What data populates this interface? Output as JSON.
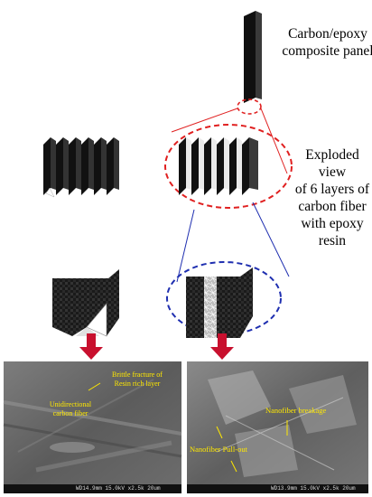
{
  "labels": {
    "panel_line1": "Carbon/epoxy",
    "panel_line2": "composite panel",
    "exploded_line1": "Exploded view",
    "exploded_line2": "of 6 layers of",
    "exploded_line3": "carbon fiber",
    "exploded_line4": "with epoxy",
    "exploded_line5": "resin"
  },
  "sem_left": {
    "annotation_brittle_1": "Brittle fracture of",
    "annotation_brittle_2": "Resin rich layer",
    "annotation_fiber_1": "Unidirectional",
    "annotation_fiber_2": "carbon fiber",
    "databar": "WD14.9mm 15.0kV x2.5k     20um"
  },
  "sem_right": {
    "annotation_breakage": "Nanofiber breakage",
    "annotation_pullout": "Nanofiber Pull-out",
    "databar": "WD13.9mm 15.0kV x2.5k     20um"
  },
  "colors": {
    "red_dashed": "#e02020",
    "blue_dashed": "#1f2fb0",
    "arrow_red": "#c8102e",
    "annotation_yellow": "#ffe800",
    "laminate_black": "#151515"
  }
}
